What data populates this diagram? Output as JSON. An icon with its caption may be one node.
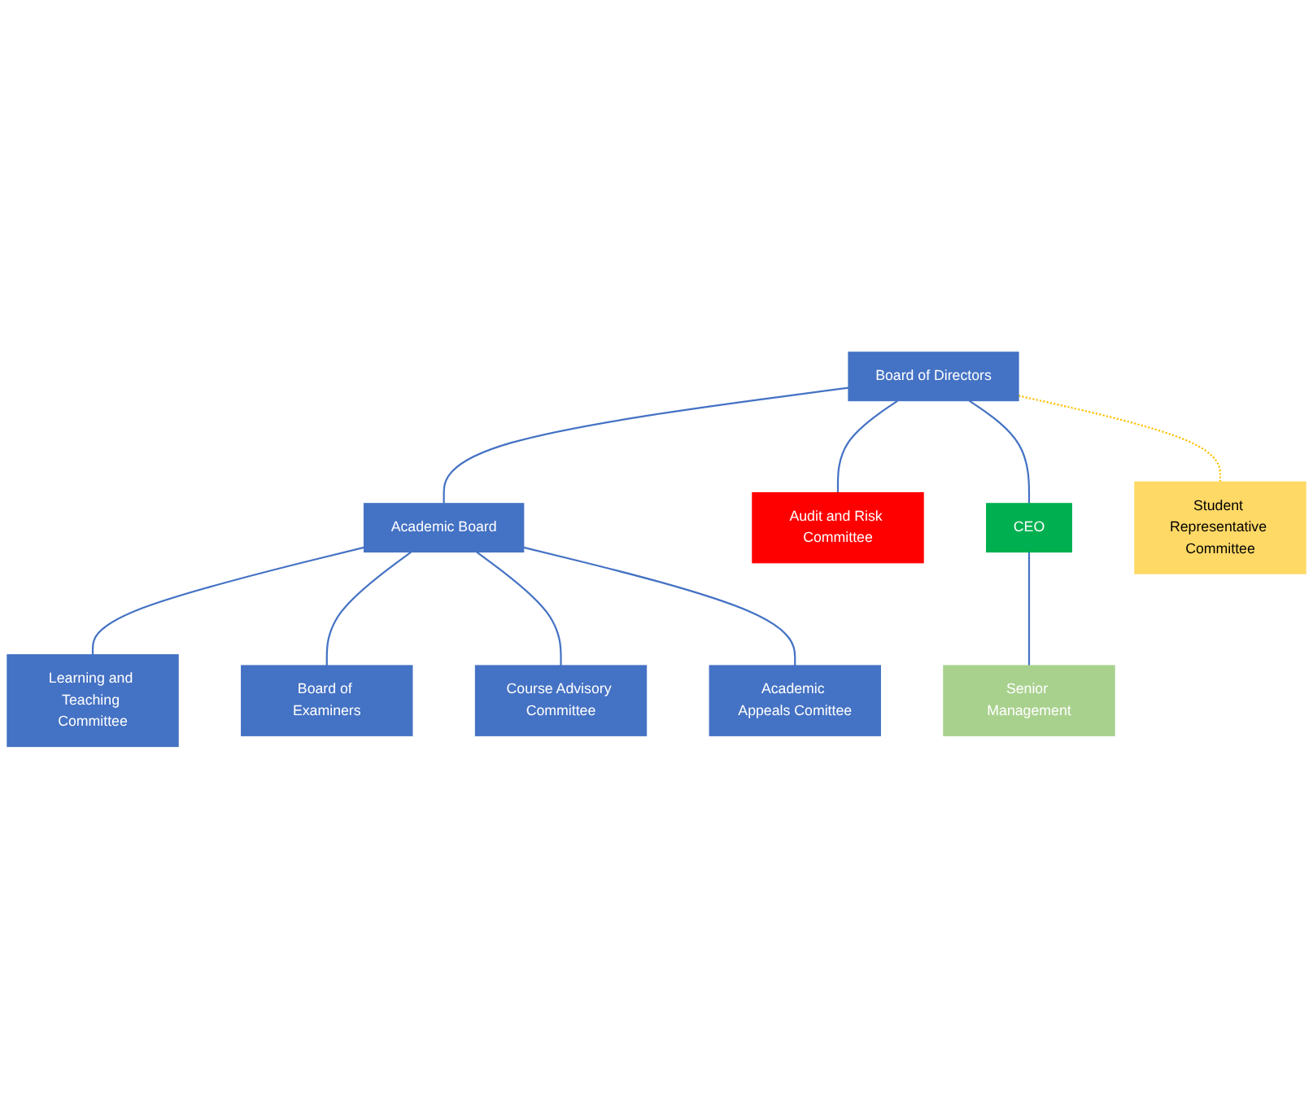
{
  "diagram": {
    "nodes": [
      {
        "text": [
          "Board of Directors"
        ]
      },
      {
        "text": [
          "Student Representative Committee"
        ]
      },
      {
        "text": [
          "Academic Board"
        ]
      },
      {
        "text": [
          "Audit and Risk Committee"
        ]
      },
      {
        "text": [
          "CEO"
        ]
      },
      {
        "text": [
          "Learning and Teaching Committee"
        ]
      },
      {
        "text": [
          "Board of Examiners"
        ]
      },
      {
        "text": [
          "Course Advisory Committee"
        ]
      },
      {
        "text": [
          "Academic Appeals Comittee"
        ]
      },
      {
        "text": [
          "Senior Management"
        ]
      }
    ],
    "edges": [
      {
        "from": 0,
        "to": 2,
        "arrow": "none"
      },
      {
        "from": 0,
        "to": 3,
        "arrow": "none"
      },
      {
        "from": 0,
        "to": 4,
        "arrow": "none"
      },
      {
        "from": 2,
        "to": 5,
        "arrow": "none"
      },
      {
        "from": 2,
        "to": 6,
        "arrow": "none"
      },
      {
        "from": 2,
        "to": 7,
        "arrow": "none"
      },
      {
        "from": 2,
        "to": 8,
        "arrow": "none"
      },
      {
        "from": 4,
        "to": 9,
        "arrow": "none"
      },
      {
        "from": 0,
        "to": 1,
        "arrow": "none",
        "style": "dashed",
        "color": "#ffc000"
      }
    ]
  }
}
